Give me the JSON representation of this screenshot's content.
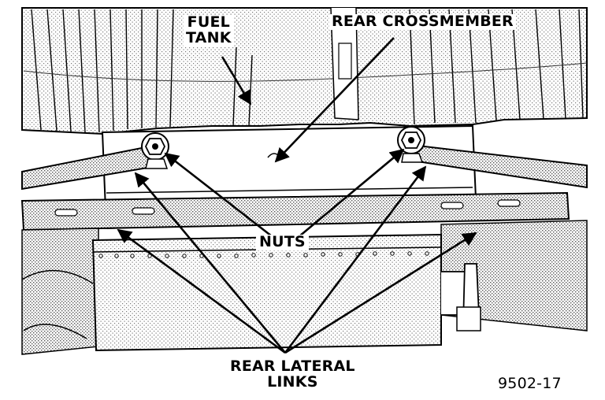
{
  "labels": {
    "fuel_tank_line1": "FUEL",
    "fuel_tank_line2": "TANK",
    "rear_crossmember": "REAR CROSSMEMBER",
    "nuts": "NUTS",
    "rear_lateral_links_line1": "REAR LATERAL",
    "rear_lateral_links_line2": "LINKS",
    "figure_code": "9502-17"
  }
}
